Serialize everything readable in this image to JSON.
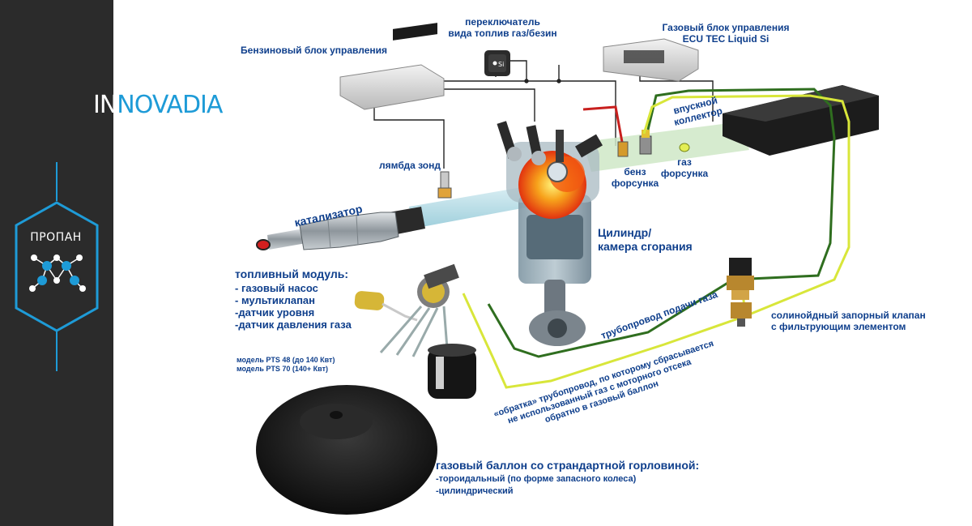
{
  "brand": {
    "part1": "IN",
    "part2": "NOVADIA"
  },
  "badge": {
    "label": "ПРОПАН"
  },
  "labels": {
    "petrol_ecu": "Бензиновый блок управления",
    "switch_line1": "переключатель",
    "switch_line2": "вида топлив газ/безин",
    "gas_ecu_line1": "Газовый блок управления",
    "gas_ecu_line2": "ECU TEC Liquid Si",
    "intake_line1": "впускной",
    "intake_line2": "коллектор",
    "lambda": "лямбда зонд",
    "petrol_injector_line1": "бенз",
    "petrol_injector_line2": "форсунка",
    "gas_injector_line1": "газ",
    "gas_injector_line2": "форсунка",
    "catalyst": "катализатор",
    "cylinder_line1": "Цилиндр/",
    "cylinder_line2": "камера сгорания",
    "fuel_module_title": "топливный модуль:",
    "fuel_module_items": [
      "- газовый насос",
      "- мультиклапан",
      "-датчик уровня",
      "-датчик давления газа"
    ],
    "models_line1": "модель PTS 48 (до 140 Квт)",
    "models_line2": "модель PTS 70 (140+  Квт)",
    "gas_pipe": "трубопровод подачи газа",
    "solenoid_line1": "солинойдный запорный клапан",
    "solenoid_line2": "с фильтрующим элементом",
    "return_line1": "«обратка» трубопровод, по которому сбрасывается",
    "return_line2": "не использованный газ с моторного отсека",
    "return_line3": "обратно в газовый баллон",
    "tank_title": "газовый баллон со страндартной горловиной:",
    "tank_item1": "-тороидальный (по форме запасного колеса)",
    "tank_item2": "-цилиндрический"
  },
  "colors": {
    "sidebar": "#2b2b2b",
    "brand_accent": "#1e9bd7",
    "label_text": "#0f3f8c",
    "gas_line_green": "#2f6e1f",
    "return_line_yellow": "#d8e63a",
    "flame": "#f25a12"
  }
}
